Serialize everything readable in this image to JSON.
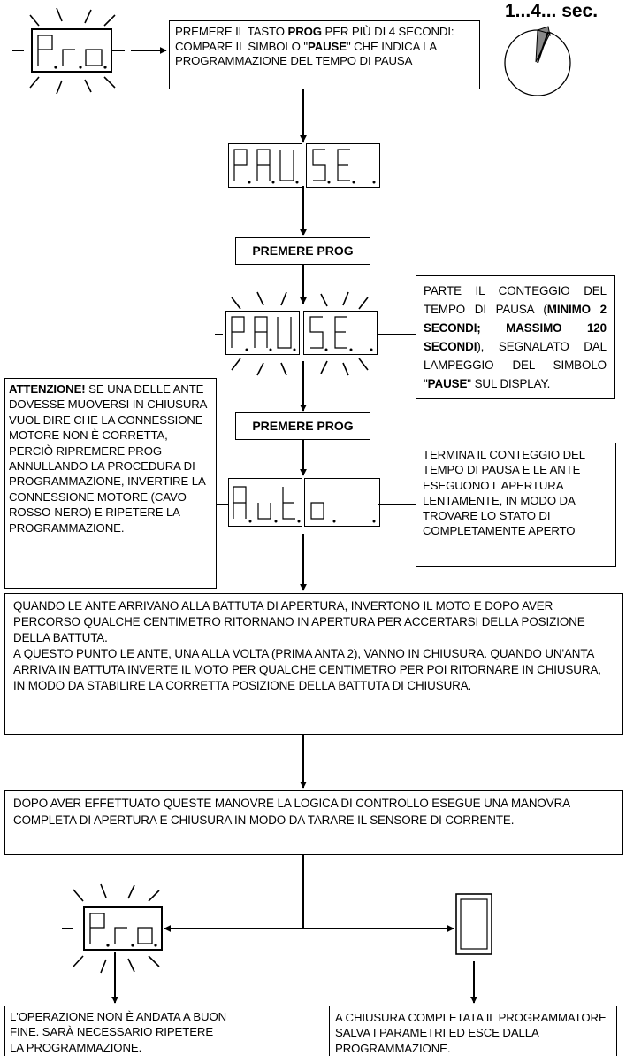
{
  "displays": {
    "pro": [
      "P",
      "r",
      "o"
    ],
    "pause": [
      "P",
      "A",
      "U",
      "S",
      "E"
    ],
    "auto": [
      "A",
      "u",
      "t",
      "o"
    ]
  },
  "timer": {
    "label": "1...4... sec."
  },
  "steps": {
    "step1": {
      "pre": "PREMERE IL TASTO ",
      "bold": "PROG",
      "mid": " PER PIÙ DI 4 SECONDI: COMPARE IL SIMBOLO \"",
      "bold2": "PAUSE",
      "post": "\" CHE INDICA LA PROGRAMMAZIONE DEL TEMPO DI PAUSA"
    },
    "press1": "PREMERE PROG",
    "press2": "PREMERE PROG",
    "countStart": {
      "pre": "PARTE IL CONTEGGIO DEL TEMPO DI PAUSA (",
      "bold": "MINIMO 2 SECONDI; MASSIMO 120 SECONDI",
      "mid": "), SEGNALATO DAL LAMPEGGIO DEL SIMBOLO \"",
      "bold2": "PAUSE",
      "post": "\" SUL DISPLAY."
    },
    "warning": {
      "bold": "ATTENZIONE!",
      "text": " SE UNA DELLE ANTE DOVESSE MUOVERSI IN CHIUSURA VUOL DIRE CHE LA CONNESSIONE MOTORE NON È CORRETTA, PERCIÒ RIPREMERE PROG ANNULLANDO LA PROCEDURA DI PROGRAMMAZIONE, INVERTIRE LA CONNESSIONE MOTORE (CAVO ROSSO-NERO) E RIPETERE LA PROGRAMMAZIONE."
    },
    "countEnd": "TERMINA IL CONTEGGIO DEL TEMPO DI PAUSA E LE ANTE ESEGUONO L'APERTURA LENTAMENTE, IN MODO DA TROVARE LO STATO DI COMPLETAMENTE APERTO",
    "stopLearn": "QUANDO LE ANTE ARRIVANO ALLA BATTUTA DI APERTURA, INVERTONO IL MOTO E DOPO AVER PERCORSO QUALCHE CENTIMETRO RITORNANO IN APERTURA PER ACCERTARSI DELLA POSIZIONE DELLA BATTUTA.",
    "closing": "A QUESTO PUNTO LE ANTE, UNA ALLA VOLTA (PRIMA ANTA 2), VANNO IN CHIUSURA. QUANDO UN'ANTA ARRIVA IN BATTUTA INVERTE IL MOTO PER QUALCHE CENTIMETRO PER POI RITORNARE IN CHIUSURA, IN MODO DA STABILIRE LA CORRETTA POSIZIONE DELLA BATTUTA DI CHIUSURA.",
    "calibration": "DOPO AVER EFFETTUATO QUESTE MANOVRE LA LOGICA DI CONTROLLO ESEGUE UNA MANOVRA COMPLETA DI APERTURA E CHIUSURA IN MODO DA TARARE IL SENSORE DI CORRENTE.",
    "failure": "L'OPERAZIONE NON È ANDATA A BUON FINE. SARÀ NECESSARIO RIPETERE LA PROGRAMMAZIONE.",
    "success": "A CHIUSURA COMPLETATA IL PROGRAMMATORE SALVA I PARAMETRI ED ESCE DALLA PROGRAMMAZIONE."
  }
}
